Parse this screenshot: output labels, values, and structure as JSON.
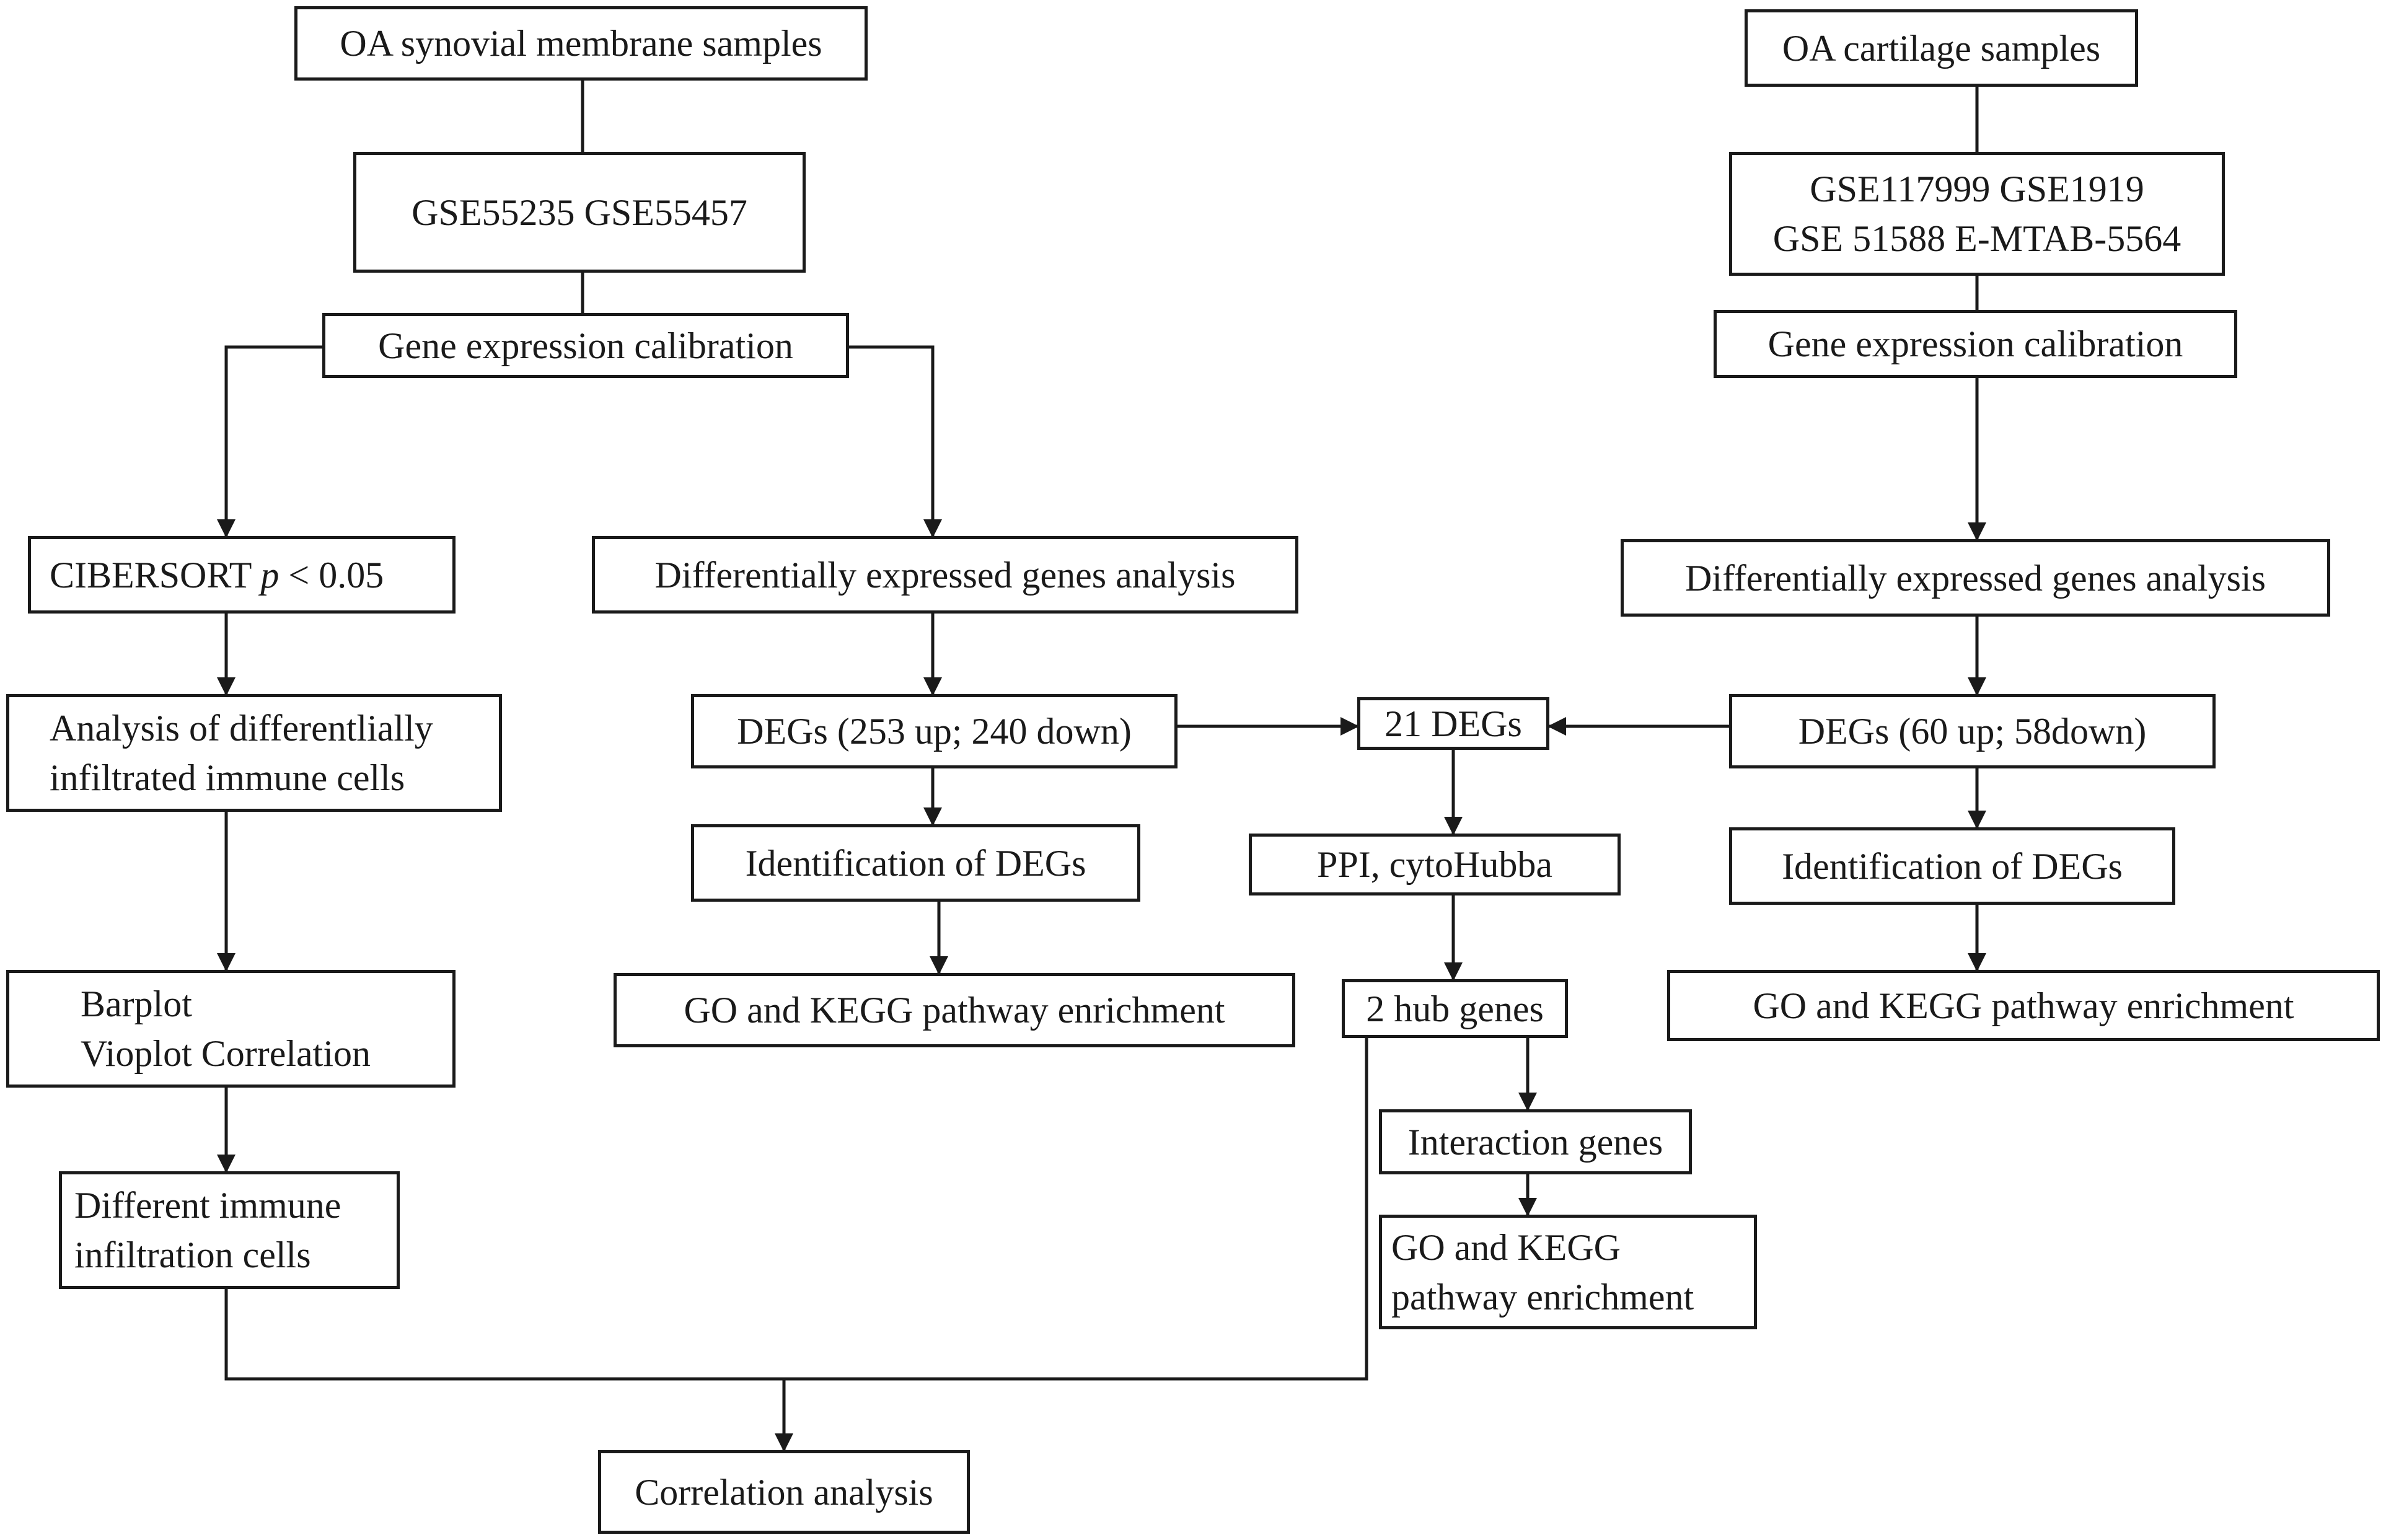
{
  "diagram": {
    "nodes": {
      "oa_synovial": [
        "OA synovial membrane samples"
      ],
      "gse_synovial": [
        "GSE55235 GSE55457"
      ],
      "calib_synovial": [
        "Gene expression calibration"
      ],
      "cibersort": {
        "prefix": "CIBERSORT ",
        "italic": "p",
        "suffix": " < 0.05"
      },
      "deg_analysis_synovial": [
        "Differentially expressed genes analysis"
      ],
      "analysis_immune": [
        "Analysis of differentlially",
        "infiltrated immune cells"
      ],
      "degs_synovial": [
        "DEGs (253 up; 240 down)"
      ],
      "ident_synovial": [
        "Identification of DEGs"
      ],
      "go_kegg_synovial": [
        "GO and KEGG  pathway enrichment"
      ],
      "barplot": [
        "Barplot",
        "Vioplot  Correlation"
      ],
      "diff_immune": [
        "Different immune",
        "infiltration cells"
      ],
      "oa_cartilage": [
        "OA cartilage samples"
      ],
      "gse_cartilage": [
        "GSE117999 GSE1919",
        "GSE 51588 E-MTAB-5564"
      ],
      "calib_cartilage": [
        "Gene expression calibration"
      ],
      "deg_analysis_cartilage": [
        "Differentially expressed genes analysis"
      ],
      "degs_cartilage": [
        "DEGs (60 up; 58down)"
      ],
      "ident_cartilage": [
        "Identification of DEGs"
      ],
      "go_kegg_cartilage": [
        "GO and KEGG  pathway enrichment"
      ],
      "degs21": [
        "21 DEGs"
      ],
      "ppi": [
        "PPI, cytoHubba"
      ],
      "hub": [
        "2 hub genes"
      ],
      "interaction": [
        "Interaction genes"
      ],
      "go_kegg_hub": [
        "GO and KEGG",
        "pathway enrichment"
      ],
      "correlation": [
        "Correlation analysis"
      ]
    }
  },
  "style": {
    "stroke": "#1a1a1a",
    "background": "#ffffff"
  }
}
